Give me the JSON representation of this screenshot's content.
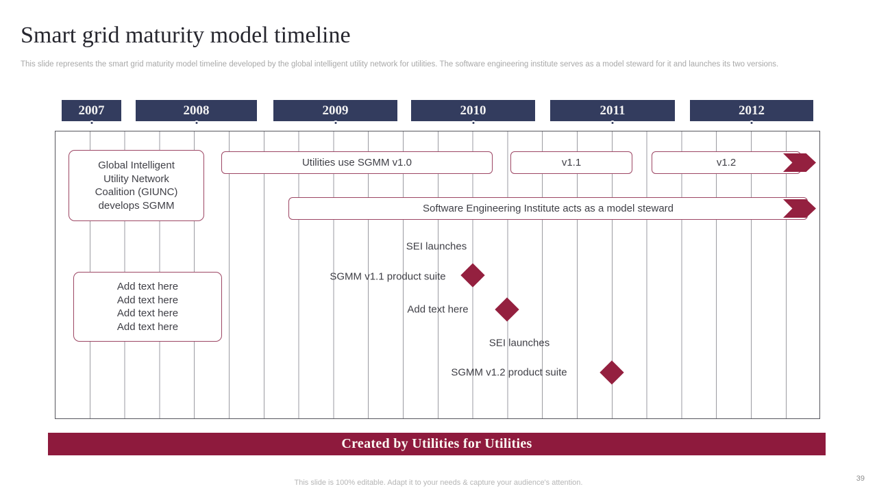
{
  "slide": {
    "title": "Smart grid maturity model timeline",
    "subtitle": "This slide represents the smart grid maturity model timeline developed by the global intelligent utility network for utilities. The software engineering institute serves as a model steward for it and launches its two versions.",
    "banner": "Created by Utilities for Utilities",
    "footer": "This slide is 100% editable. Adapt it to your needs & capture your audience's attention.",
    "page_number": "39"
  },
  "timeline": {
    "years": [
      "2007",
      "2008",
      "2009",
      "2010",
      "2011",
      "2012"
    ],
    "giunc_label": "Global Intelligent Utility Network Coalition (GIUNC) develops SGMM",
    "v10_label": "Utilities use SGMM v1.0",
    "v11_label": "v1.1",
    "v12_label": "v1.2",
    "steward_label": "Software Engineering Institute acts as a model steward",
    "milestone1": {
      "line1": "SEI launches",
      "line2": "SGMM v1.1 product suite"
    },
    "milestone2": {
      "label": "Add text here"
    },
    "milestone3": {
      "line1": "SEI launches",
      "line2": "SGMM v1.2 product suite"
    },
    "placeholder": [
      "Add text here",
      "Add text here",
      "Add text here",
      "Add text here"
    ]
  },
  "colors": {
    "navy": "#333C5E",
    "maroon": "#94203F",
    "banner_maroon": "#8E1A3D",
    "box_border": "#9C4563",
    "grid_line": "#9A9AA0"
  }
}
